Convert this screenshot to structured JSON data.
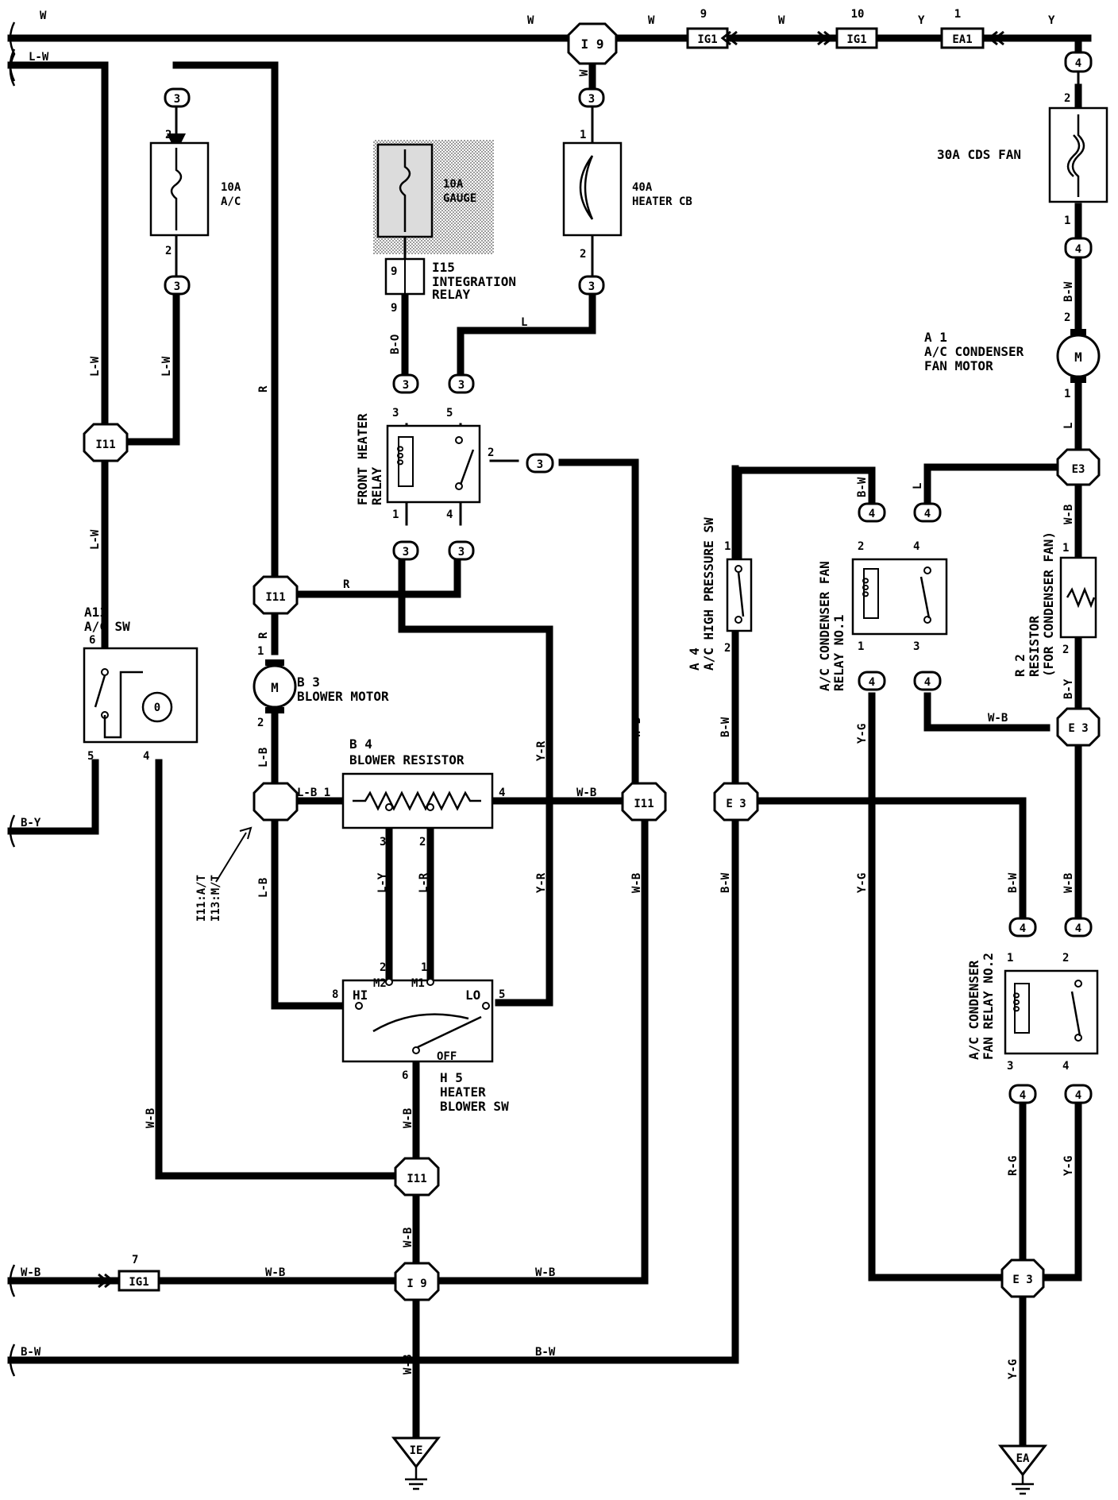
{
  "wires": {
    "w_top": "W",
    "y_top": "Y",
    "l_w": "L-W",
    "r": "R",
    "b_o": "B-O",
    "l": "L",
    "l_b": "L-B",
    "l_b_1": "L-B 1",
    "w_b": "W-B",
    "y_r": "Y-R",
    "l_y": "L-Y",
    "l_r": "L-R",
    "b_w": "B-W",
    "y_g": "Y-G",
    "b_y": "B-Y",
    "r_g": "R-G"
  },
  "connectors": {
    "i9": "I 9",
    "ig1": "IG1",
    "ea1": "EA1",
    "i11": "I11",
    "e3": "E 3",
    "e3b": "E3",
    "c3": "3",
    "c4": "4",
    "i9_bottom": "I 9"
  },
  "pins": {
    "p1": "1",
    "p2": "2",
    "p3": "3",
    "p4": "4",
    "p5": "5",
    "p6": "6",
    "p7": "7",
    "p8": "8",
    "p9": "9",
    "p10": "10"
  },
  "components": {
    "fuse_ac_rating": "10A",
    "fuse_ac_name": "A/C",
    "fuse_gauge_rating": "10A",
    "fuse_gauge_name": "GAUGE",
    "heater_cb_rating": "40A",
    "heater_cb_name": "HEATER CB",
    "cds_fan": "30A CDS FAN",
    "integration_relay_code": "I15",
    "integration_relay_name": "INTEGRATION",
    "integration_relay_name2": "RELAY",
    "front_heater_relay_1": "FRONT HEATER",
    "front_heater_relay_2": "RELAY",
    "condenser_fan_motor_code": "A 1",
    "condenser_fan_motor_1": "A/C CONDENSER",
    "condenser_fan_motor_2": "FAN MOTOR",
    "ac_sw_code": "A11",
    "ac_sw_name": "A/C SW",
    "blower_motor_code": "B 3",
    "blower_motor_name": "BLOWER MOTOR",
    "blower_resistor_code": "B 4",
    "blower_resistor_name": "BLOWER RESISTOR",
    "high_pressure_sw_code": "A 4",
    "high_pressure_sw_name": "A/C HIGH PRESSURE SW",
    "relay_no1_1": "A/C CONDENSER FAN",
    "relay_no1_2": "RELAY NO.1",
    "resistor_code": "R 2",
    "resistor_1": "RESISTOR",
    "resistor_2": "(FOR CONDENSER FAN)",
    "relay_no2_1": "A/C CONDENSER",
    "relay_no2_2": "FAN RELAY NO.2",
    "heater_blower_sw_code": "H 5",
    "heater_blower_sw_1": "HEATER",
    "heater_blower_sw_2": "BLOWER SW",
    "sw_hi": "HI",
    "sw_m2": "M2",
    "sw_m1": "M1",
    "sw_lo": "LO",
    "sw_off": "OFF",
    "motor_symbol": "M",
    "coil_symbol": "ooo",
    "at_mt_1": "I11:A/T",
    "at_mt_2": "I13:M/T"
  },
  "grounds": {
    "ie": "IE",
    "ea": "EA"
  }
}
